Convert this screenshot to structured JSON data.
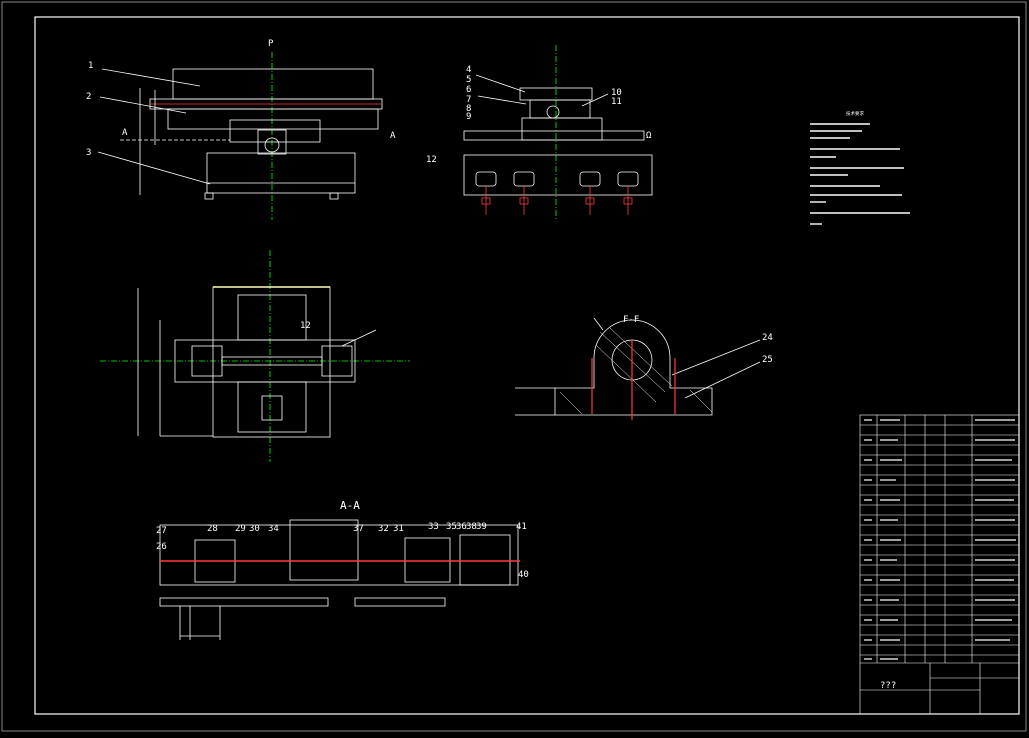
{
  "view_labels": {
    "p": "P",
    "a_left": "A",
    "a_right": "A",
    "section_aa": "A-A",
    "section_ff": "F-F",
    "omega": "Ω"
  },
  "part_numbers": {
    "front": [
      "1",
      "2",
      "3"
    ],
    "side": [
      "4",
      "5",
      "6",
      "7",
      "8",
      "9",
      "10",
      "11",
      "12"
    ],
    "plan": [
      "12"
    ],
    "pedestal": [
      "24",
      "25"
    ],
    "section": [
      "27",
      "26",
      "28",
      "29",
      "30",
      "34",
      "37",
      "32",
      "31",
      "33",
      "35",
      "36",
      "38",
      "39",
      "40",
      "41"
    ]
  },
  "notes": {
    "title": "技术要求"
  },
  "title_block": {
    "text": "???"
  },
  "colors": {
    "background": "#000000",
    "lines": "#ffffff",
    "centerline": "#00ff00",
    "accent": "#ff3b3b",
    "highlight": "#ffff66"
  }
}
